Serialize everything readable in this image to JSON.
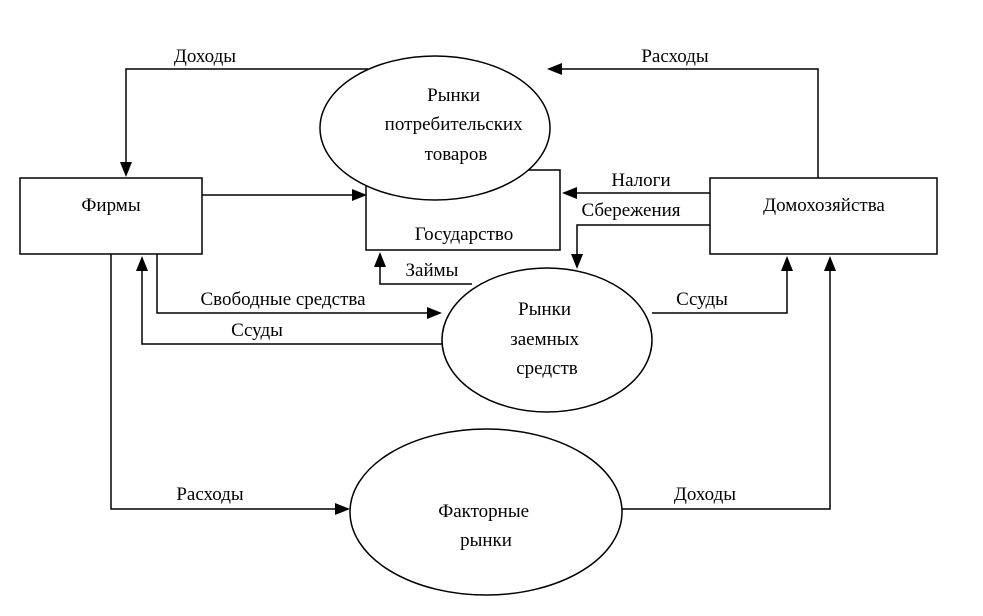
{
  "nodes": {
    "consumer_market": [
      "Рынки",
      "потребительских",
      "товаров"
    ],
    "government": "Государство",
    "firms": "Фирмы",
    "households": "Домохозяйства",
    "loan_market": [
      "Рынки",
      "заемных",
      "средств"
    ],
    "factor_market": [
      "Факторные",
      "рынки"
    ]
  },
  "flows": {
    "top_income": "Доходы",
    "top_expenses": "Расходы",
    "taxes": "Налоги",
    "savings": "Сбережения",
    "loans_gov": "Займы",
    "free_funds": "Свободные средства",
    "loans_to_firms": "Ссуды",
    "loans_to_households": "Ссуды",
    "bottom_expenses": "Расходы",
    "bottom_income": "Доходы"
  }
}
